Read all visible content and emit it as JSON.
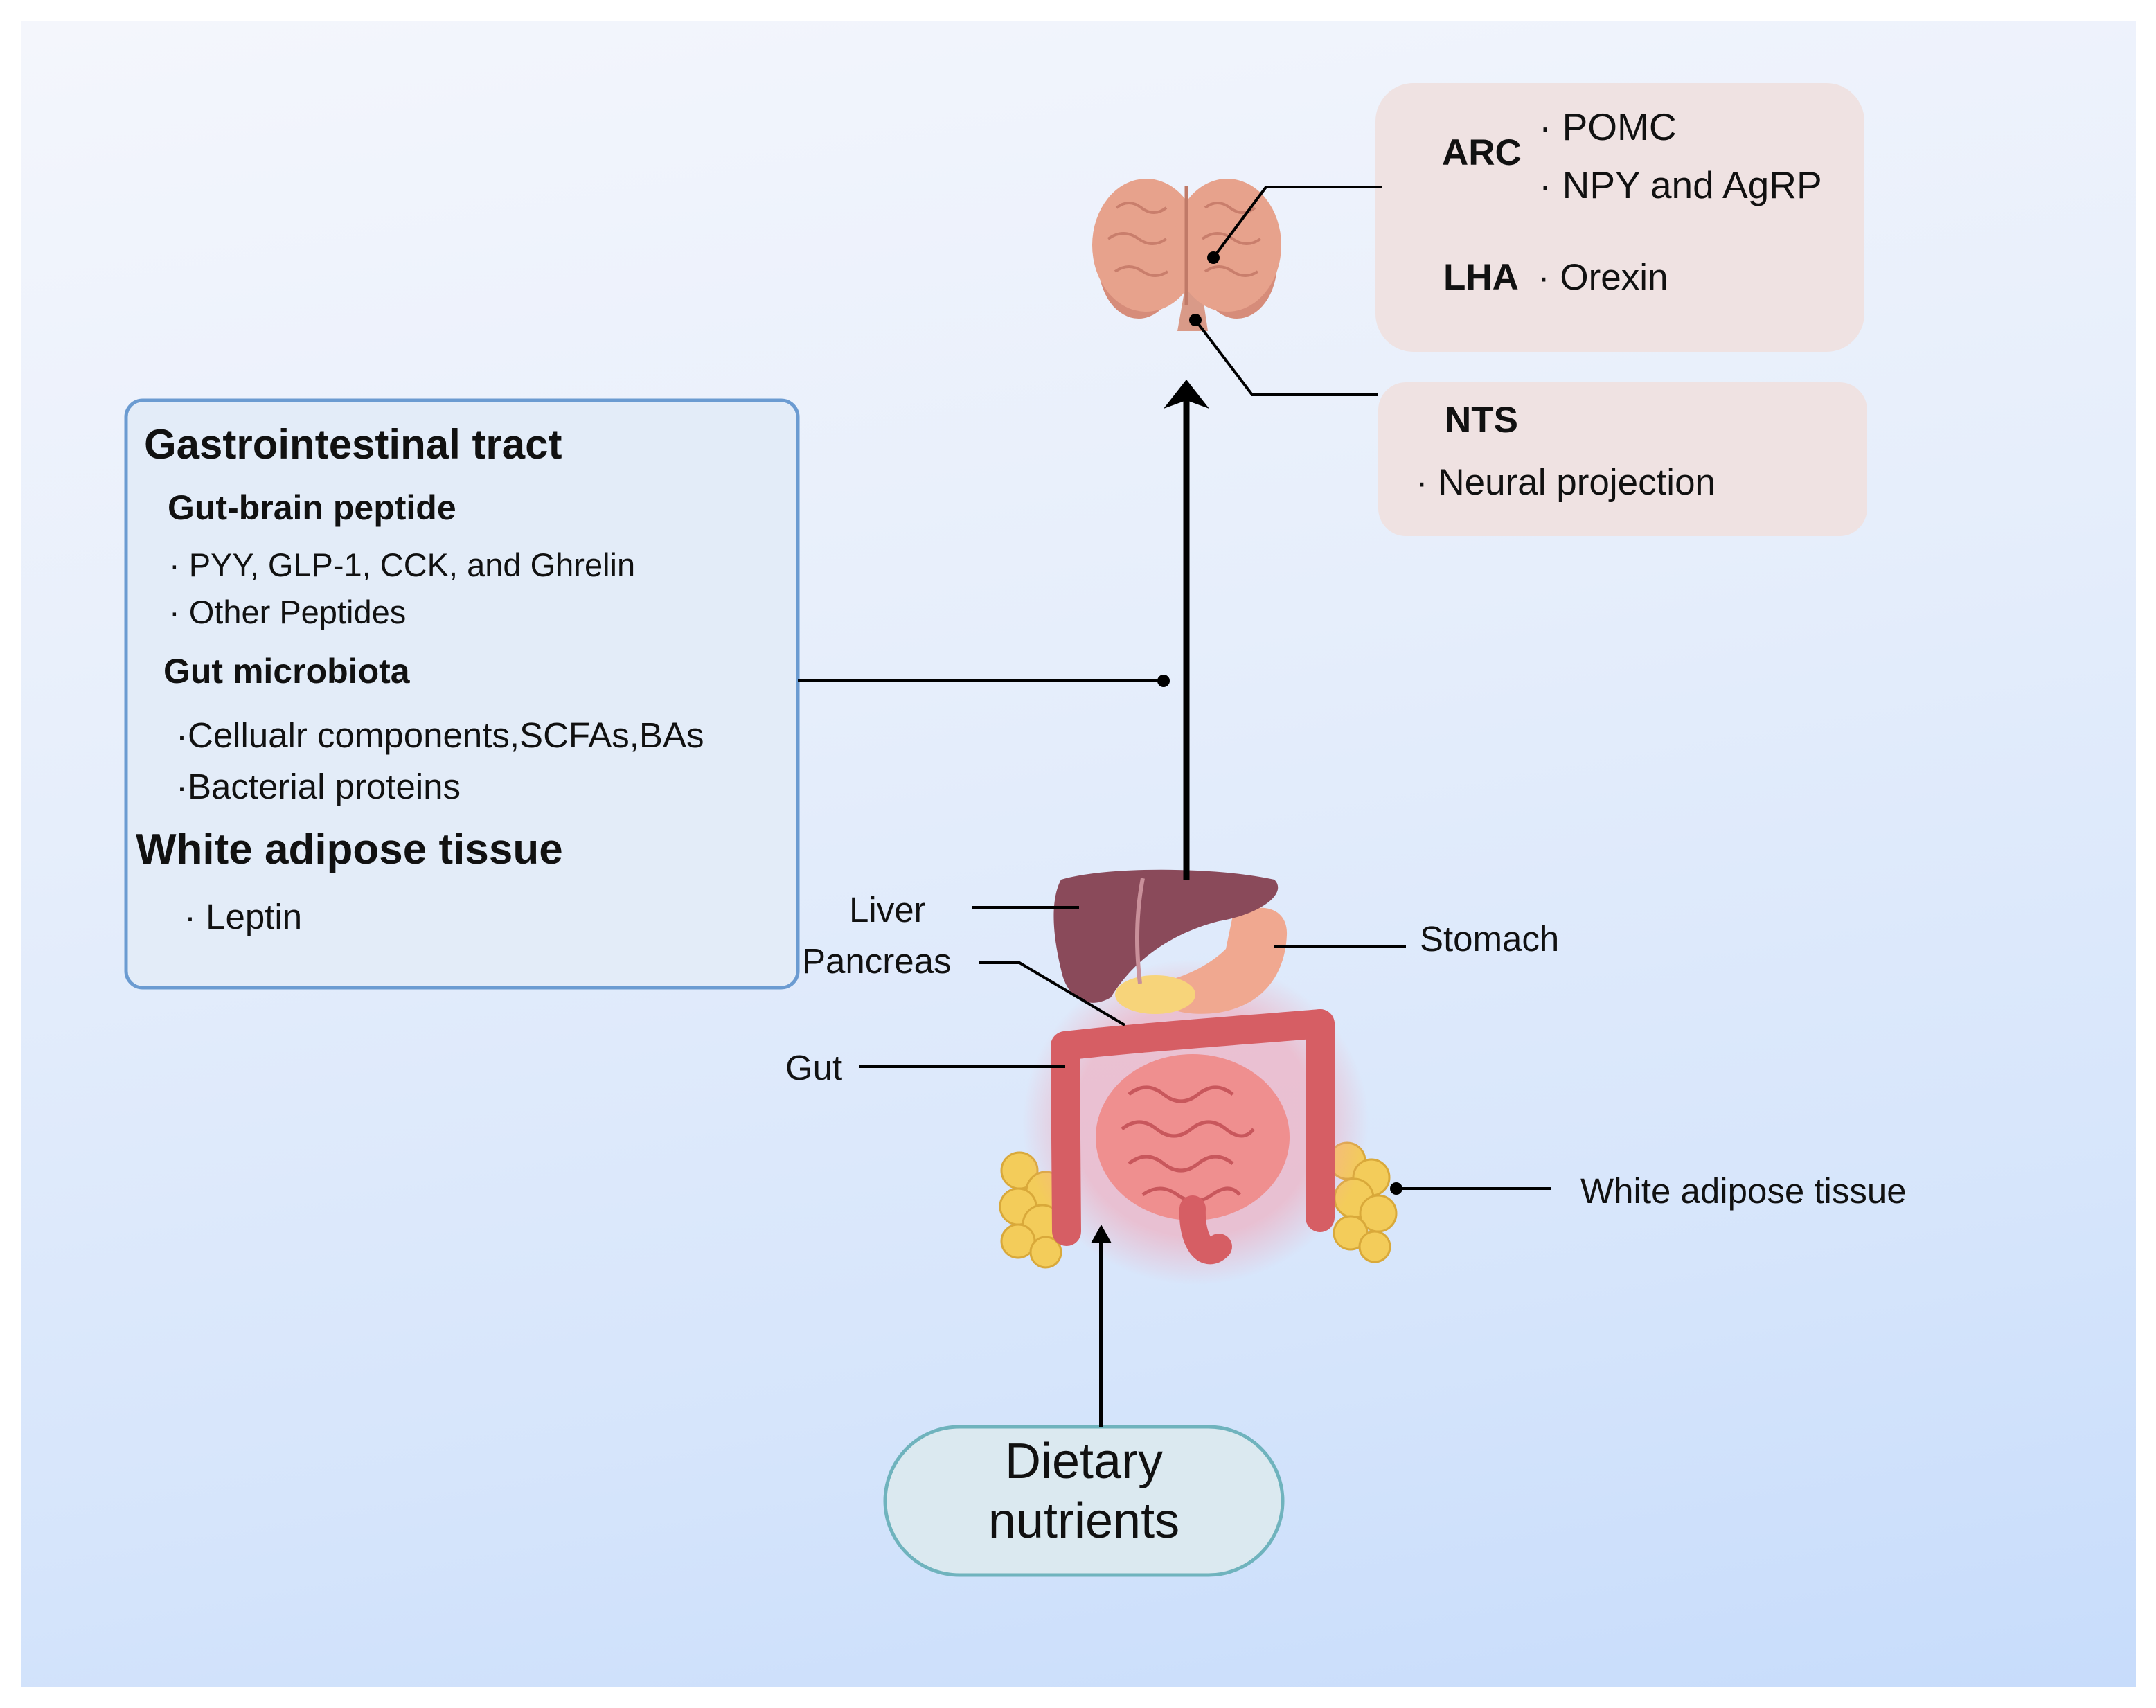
{
  "gi_box": {
    "title": "Gastrointestinal tract",
    "gut_brain_peptide": {
      "heading": "Gut-brain peptide",
      "items": [
        "· PYY, GLP-1, CCK, and Ghrelin",
        "· Other Peptides"
      ]
    },
    "gut_microbiota": {
      "heading": "Gut microbiota",
      "items": [
        "·Cellualr components,SCFAs,BAs",
        "·Bacterial proteins"
      ]
    },
    "white_adipose": {
      "heading": "White adipose tissue",
      "items": [
        "· Leptin"
      ]
    }
  },
  "brain_box": {
    "arc_label": "ARC",
    "arc_items": [
      "· POMC",
      "· NPY and AgRP"
    ],
    "lha_label": "LHA",
    "lha_items": [
      "· Orexin"
    ]
  },
  "nts_box": {
    "label": "NTS",
    "items": [
      "· Neural projection"
    ]
  },
  "organ_labels": {
    "liver": "Liver",
    "pancreas": "Pancreas",
    "gut": "Gut",
    "stomach": "Stomach",
    "white_adipose": "White adipose tissue"
  },
  "diet_box": {
    "line1": "Dietary",
    "line2": "nutrients"
  },
  "colors": {
    "gi_box_fill": "#e3ecf8",
    "gi_box_border": "#6b9bd1",
    "brain_box_fill": "#efe2e2",
    "diet_box_fill": "#dbe9f0",
    "diet_box_border": "#6fb3bd",
    "brain": "#e7a28c",
    "liver": "#8a4a5a",
    "stomach": "#f0a890",
    "intestine": "#e87a7c",
    "adipose": "#f3cc5a"
  }
}
